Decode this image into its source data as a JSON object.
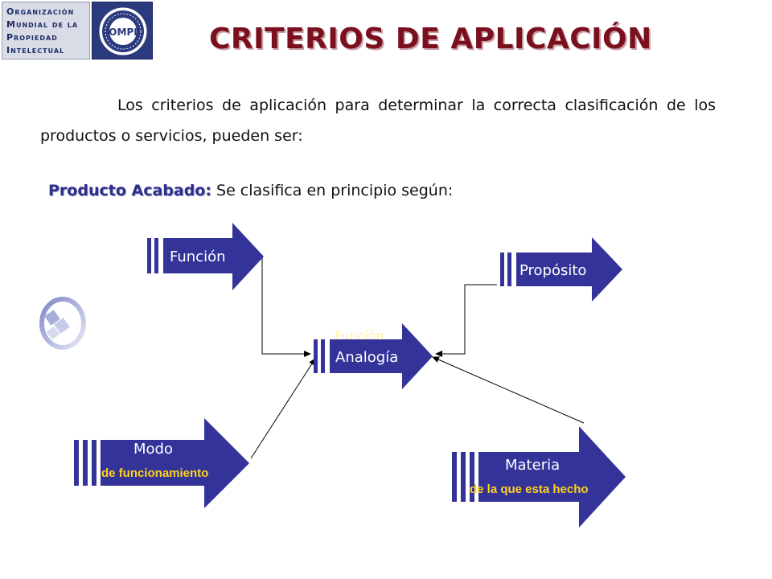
{
  "logo": {
    "lines": [
      "Organización",
      "Mundial de la",
      "Propiedad",
      "Intelectual"
    ],
    "seal_text": "OMPI"
  },
  "title": "CRITERIOS DE APLICACIÓN",
  "intro": "Los criterios de aplicación para determinar la correcta clasificación de los productos o servicios, pueden ser:",
  "producto": {
    "term": "Producto Acabado",
    "colon": ":",
    "text": " Se clasifica en principio según:"
  },
  "diagram": {
    "funcion": "Función",
    "proposito": "Propósito",
    "analogia": "Analogía",
    "modo": "Modo",
    "modo_sub": "de funcionamiento",
    "materia": "Materia",
    "materia_sub": "de la que esta hecho"
  },
  "colors": {
    "arrow_fill": "#333399",
    "title": "#7a0f1e",
    "subtitle_yellow": "#ffd21a"
  }
}
